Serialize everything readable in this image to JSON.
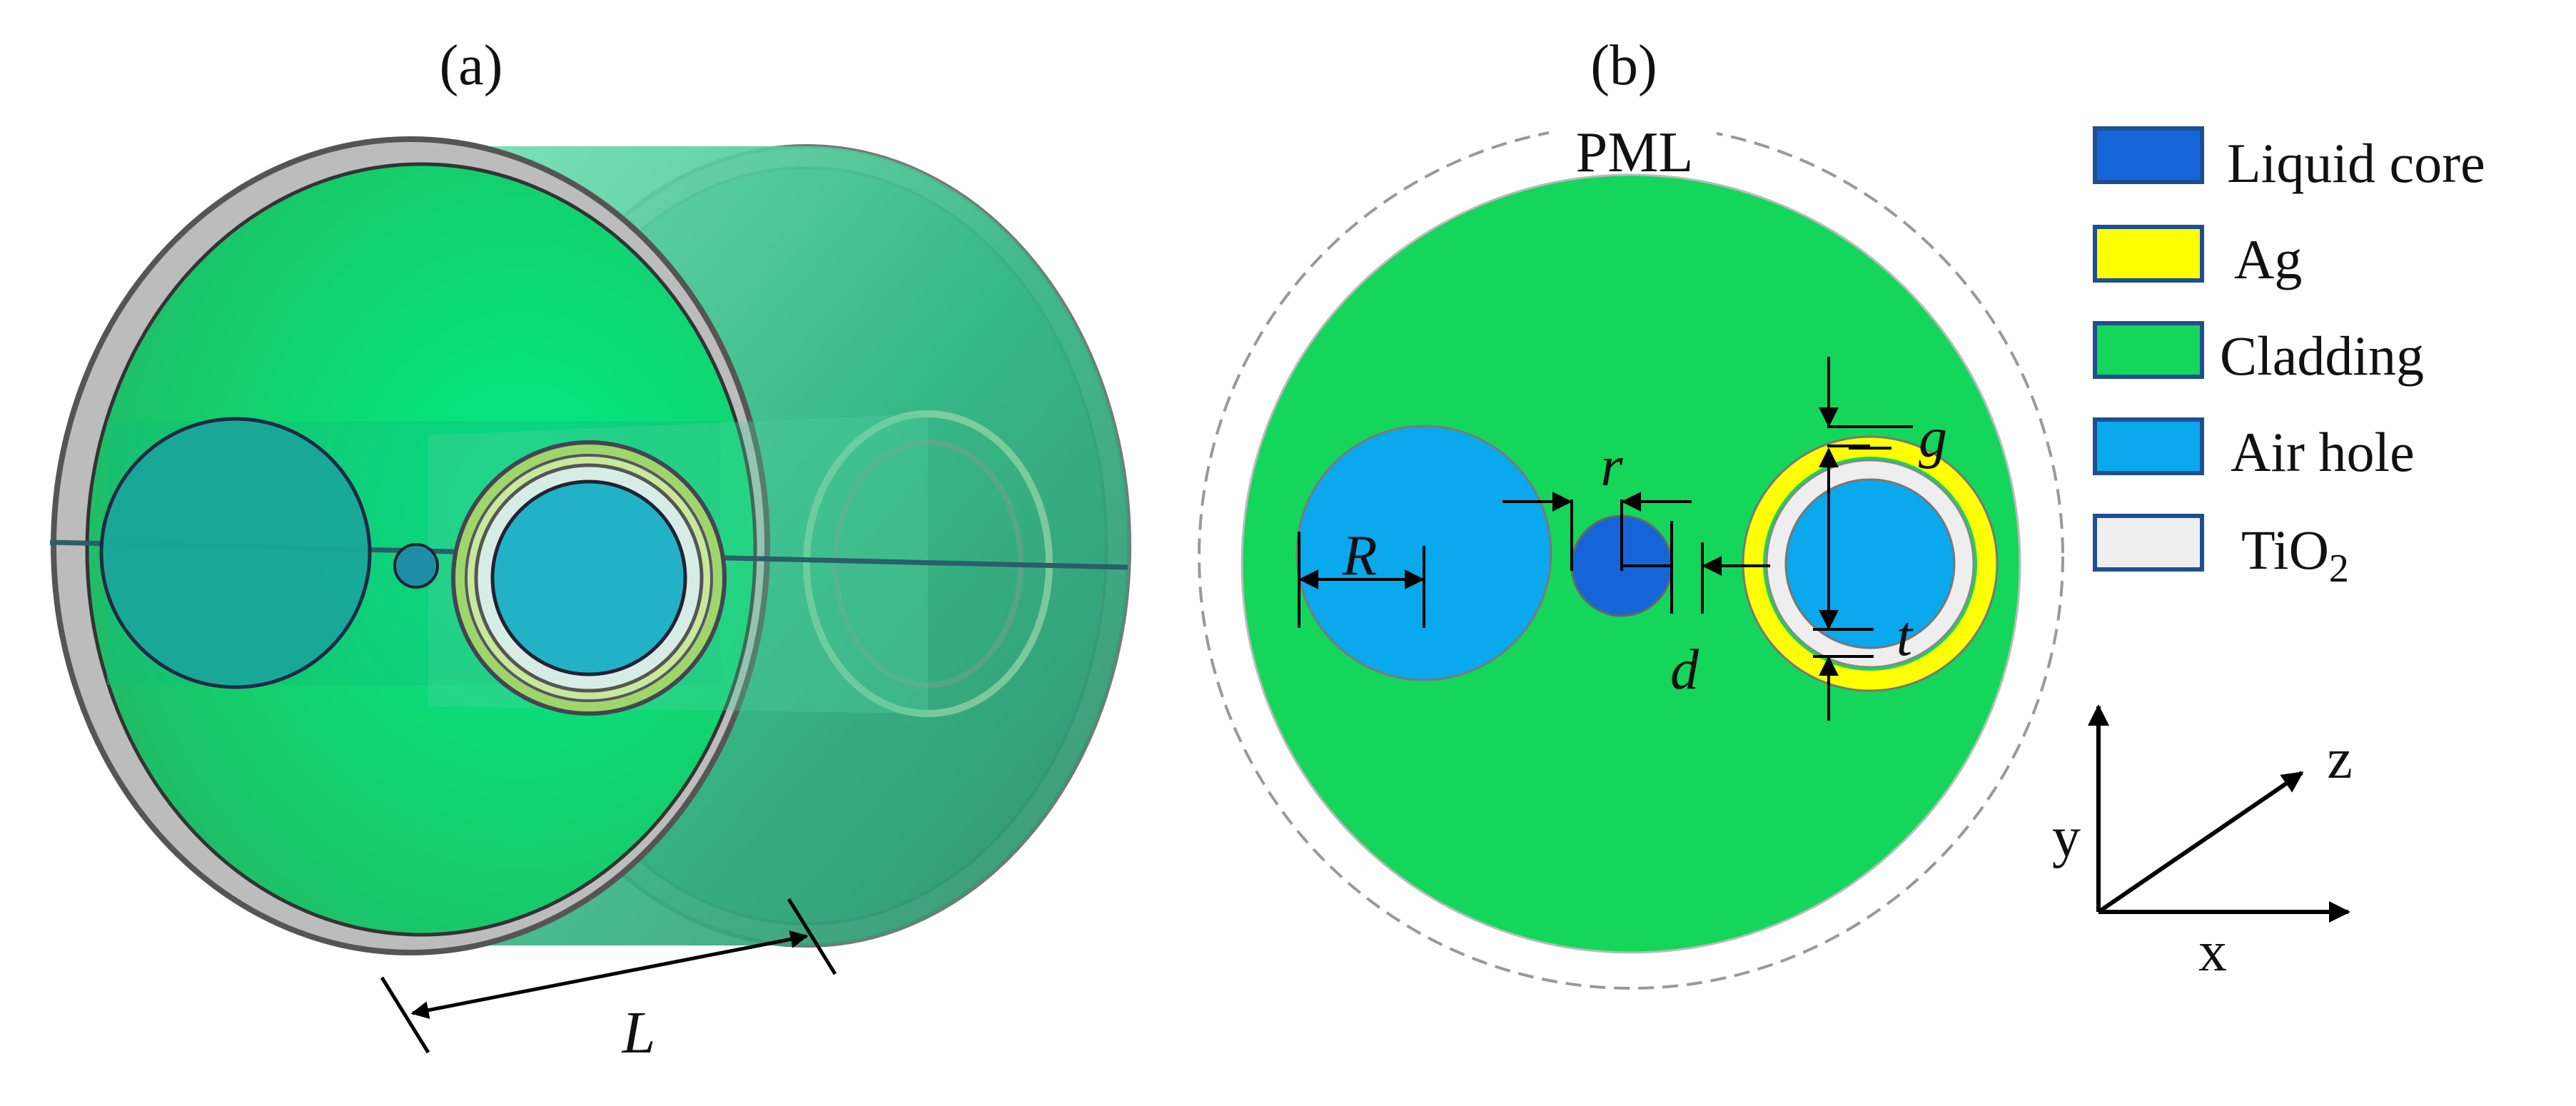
{
  "panel_a": {
    "label": "(a)",
    "dimension_label": "L"
  },
  "panel_b": {
    "label": "(b)",
    "pml_label": "PML",
    "dimension_labels": {
      "R": "R",
      "r": "r",
      "d": "d",
      "g": "g",
      "t": "t"
    }
  },
  "legend": {
    "items": [
      {
        "label": "Liquid core",
        "color": "#1565d8"
      },
      {
        "label": "Ag",
        "color": "#ffff00"
      },
      {
        "label": "Cladding",
        "color": "#14d65a"
      },
      {
        "label": "Air hole",
        "color": "#0aa8ec"
      },
      {
        "label": "TiO",
        "subscript": "2",
        "color": "#eeeeee"
      }
    ]
  },
  "axes": {
    "x": "x",
    "y": "y",
    "z": "z"
  },
  "colors": {
    "cladding": "#14d65a",
    "air_hole": "#0aa8ec",
    "liquid_core": "#1565d8",
    "ag": "#ffff00",
    "tio2": "#eeeeee",
    "pml_outline": "#999999",
    "legend_border": "#1d4f91"
  }
}
